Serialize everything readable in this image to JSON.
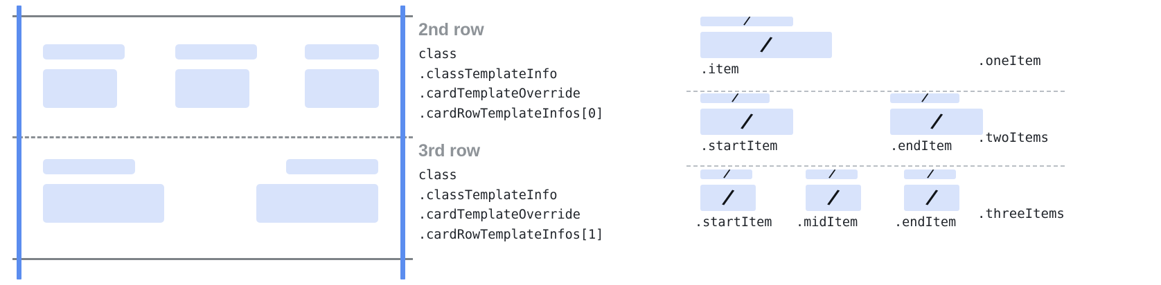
{
  "colors": {
    "placeholder_fill": "#d8e3fb",
    "guide_blue": "#5b8def",
    "rule_gray": "#7d8287",
    "dash_gray": "#8a8f94",
    "heading_gray": "#8e9398",
    "mono_text": "#20242a"
  },
  "card_diagram": {
    "name": "card-template-row-diagram",
    "rows": [
      {
        "name": "second-row",
        "cells": [
          {
            "small_bar": true,
            "large_bar": true
          },
          {
            "small_bar": true,
            "large_bar": true
          },
          {
            "small_bar": true,
            "large_bar": true
          }
        ]
      },
      {
        "name": "third-row",
        "cells": [
          {
            "small_bar": true,
            "large_bar": true
          },
          {
            "small_bar": true,
            "large_bar": true
          }
        ]
      }
    ]
  },
  "annotations": [
    {
      "heading": "2nd row",
      "lines": [
        "class",
        ".classTemplateInfo",
        ".cardTemplateOverride",
        ".cardRowTemplateInfos[0]"
      ]
    },
    {
      "heading": "3rd row",
      "lines": [
        "class",
        ".classTemplateInfo",
        ".cardTemplateOverride",
        ".cardRowTemplateInfos[1]"
      ]
    }
  ],
  "variants": [
    {
      "label": ".oneItem",
      "name": "one-item-variant",
      "slots": [
        {
          "caption": ".item",
          "glyph": "/"
        }
      ]
    },
    {
      "label": ".twoItems",
      "name": "two-items-variant",
      "slots": [
        {
          "caption": ".startItem",
          "glyph": "/"
        },
        {
          "caption": ".endItem",
          "glyph": "/"
        }
      ]
    },
    {
      "label": ".threeItems",
      "name": "three-items-variant",
      "slots": [
        {
          "caption": ".startItem",
          "glyph": "/"
        },
        {
          "caption": ".midItem",
          "glyph": "/"
        },
        {
          "caption": ".endItem",
          "glyph": "/"
        }
      ]
    }
  ]
}
